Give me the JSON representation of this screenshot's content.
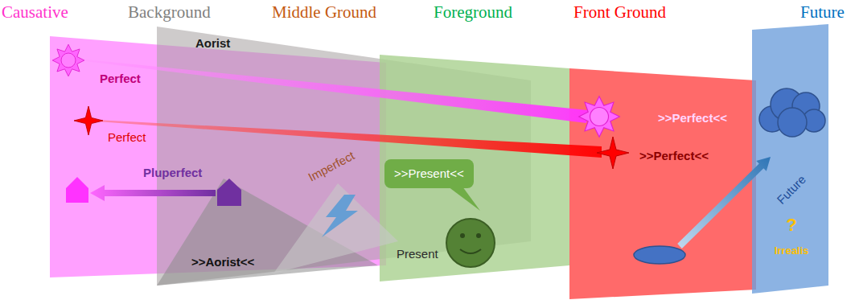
{
  "diagram": {
    "nodes": [
      {
        "text": [
          "Causative",
          "Perfect",
          "Perfect",
          "Pluperfect"
        ]
      },
      {
        "text": [
          "Background",
          "Aorist",
          ">>Aorist<<"
        ]
      },
      {
        "text": [
          "Foreground",
          "Present"
        ]
      },
      {
        "text": [
          ">>Present<<"
        ],
        "in": 2
      },
      {
        "text": [
          "Front Ground",
          ">>Perfect<<",
          ">>Perfect<<"
        ]
      },
      {
        "text": [
          "Future",
          "Future",
          "?",
          "Irrealis"
        ]
      }
    ],
    "labels": [
      "Middle Ground",
      "Imperfect"
    ]
  }
}
